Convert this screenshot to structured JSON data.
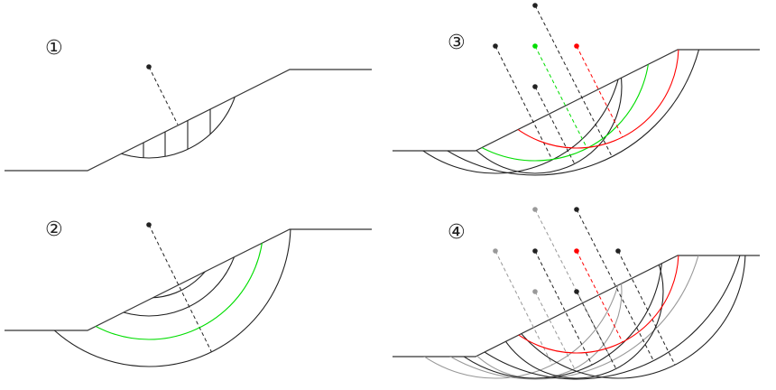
{
  "panels": [
    {
      "label": "①"
    },
    {
      "label": "②"
    },
    {
      "label": "③"
    },
    {
      "label": "④"
    }
  ],
  "colors": {
    "line": "#222222",
    "critical": "#ff0000",
    "selected": "#00dd00",
    "inactive": "#999999"
  }
}
